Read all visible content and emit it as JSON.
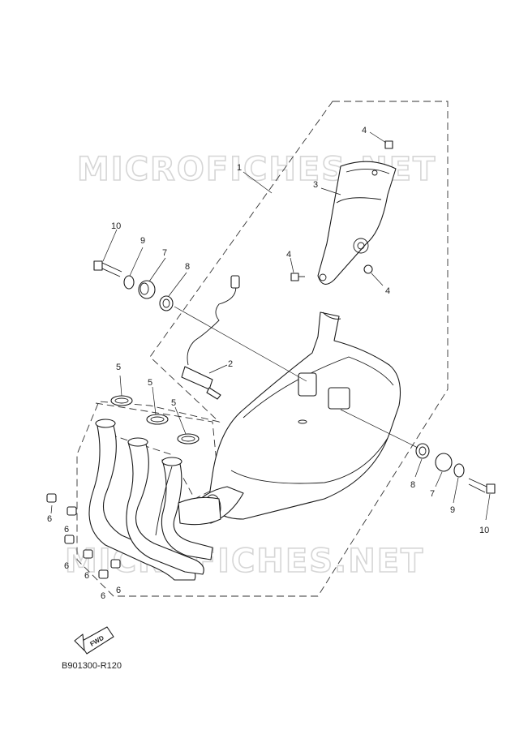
{
  "watermark": {
    "top": "MICROFICHES.NET",
    "bottom": "MICROFICHES.NET"
  },
  "callouts": {
    "c1": "1",
    "c2": "2",
    "c3": "3",
    "c4a": "4",
    "c4b": "4",
    "c4c": "4",
    "c5a": "5",
    "c5b": "5",
    "c5c": "5",
    "c6a": "6",
    "c6b": "6",
    "c6c": "6",
    "c6d": "6",
    "c6e": "6",
    "c6f": "6",
    "c7a": "7",
    "c7b": "7",
    "c8a": "8",
    "c8b": "8",
    "c9a": "9",
    "c9b": "9",
    "c10a": "10",
    "c10b": "10"
  },
  "fwd_label": "FWD",
  "diagram_code": "B901300-R120"
}
